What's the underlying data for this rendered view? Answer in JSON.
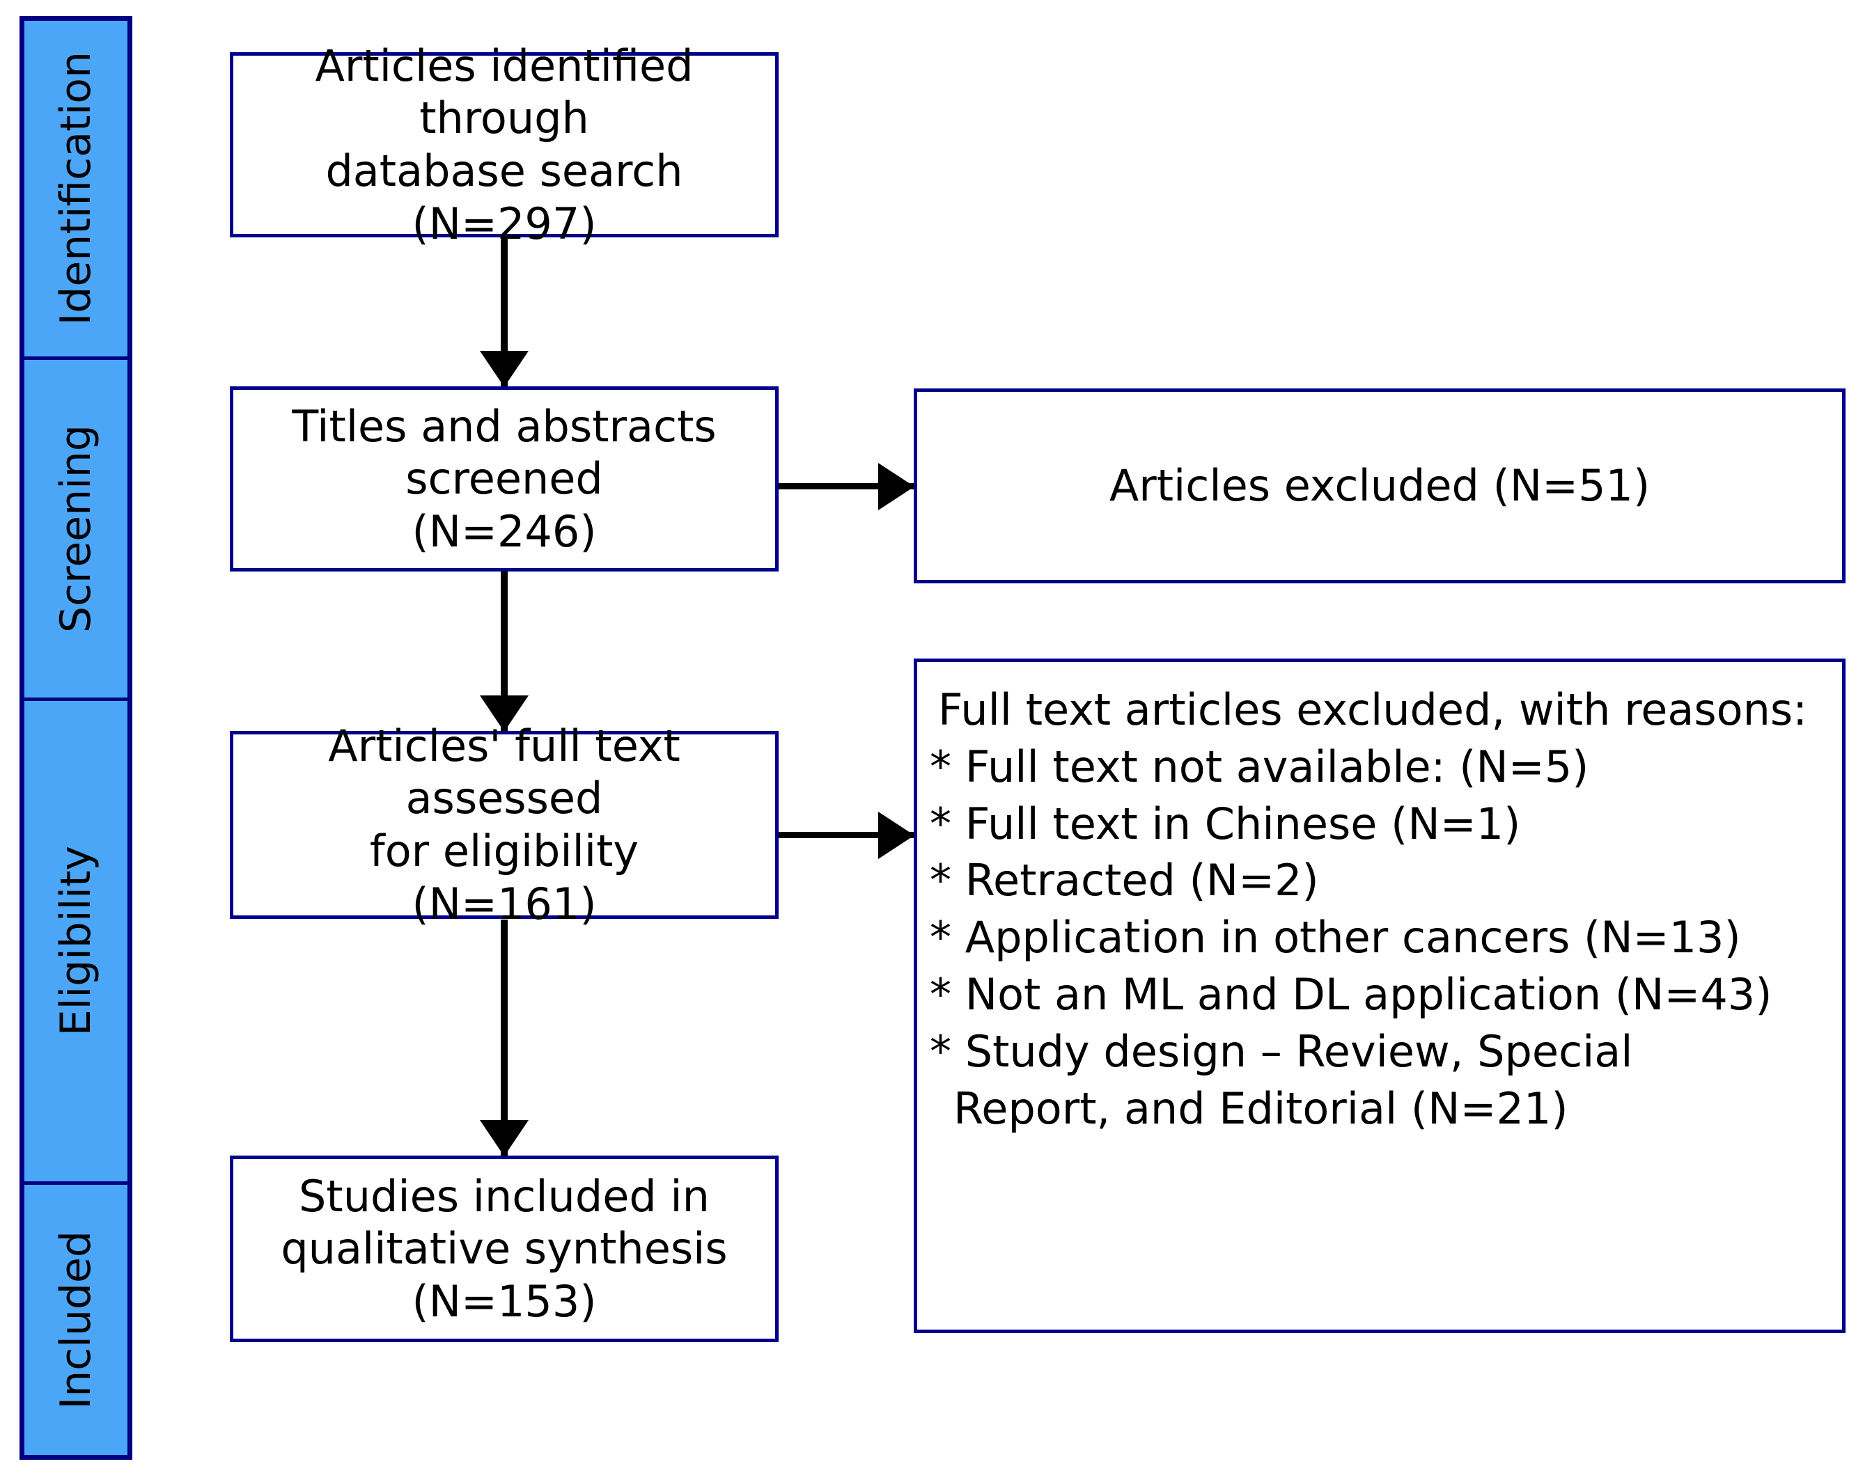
{
  "diagram": {
    "type": "prisma-flow-diagram",
    "colors": {
      "stage_fill": "#4BA6F7",
      "stage_border": "#000080",
      "box_border": "#00008B",
      "arrow": "#000000",
      "text": "#000000",
      "background": "#FFFFFF"
    },
    "stages": [
      {
        "label": "Identification"
      },
      {
        "label": "Screening"
      },
      {
        "label": "Eligibility"
      },
      {
        "label": "Included"
      }
    ],
    "boxes": {
      "identified": "Articles identified through\ndatabase search\n(N=297)",
      "screened": "Titles and abstracts\nscreened\n(N=246)",
      "assessed": "Articles' full text assessed\nfor eligibility\n(N=161)",
      "included": "Studies included in\nqualitative synthesis\n(N=153)",
      "excluded_screening": "Articles excluded (N=51)"
    },
    "excluded_fulltext": {
      "title": "Full text articles excluded, with reasons:",
      "reasons": [
        "* Full text not available: (N=5)",
        "* Full text in Chinese (N=1)",
        "* Retracted (N=2)",
        "* Application in other cancers (N=13)",
        "* Not an ML and DL application (N=43)",
        "* Study design – Review, Special"
      ],
      "reason_continuation": "Report, and Editorial (N=21)"
    },
    "counts": {
      "identified": 297,
      "screened": 246,
      "excluded_screening": 51,
      "assessed": 161,
      "included": 153,
      "full_text_not_available": 5,
      "full_text_chinese": 1,
      "retracted": 2,
      "other_cancers": 13,
      "not_ml_dl": 43,
      "study_design": 21
    },
    "arrows": [
      {
        "name": "identified-to-screened",
        "direction": "down"
      },
      {
        "name": "screened-to-assessed",
        "direction": "down"
      },
      {
        "name": "assessed-to-included",
        "direction": "down"
      },
      {
        "name": "screened-to-excluded",
        "direction": "right"
      },
      {
        "name": "assessed-to-excluded-reasons",
        "direction": "right"
      }
    ]
  }
}
